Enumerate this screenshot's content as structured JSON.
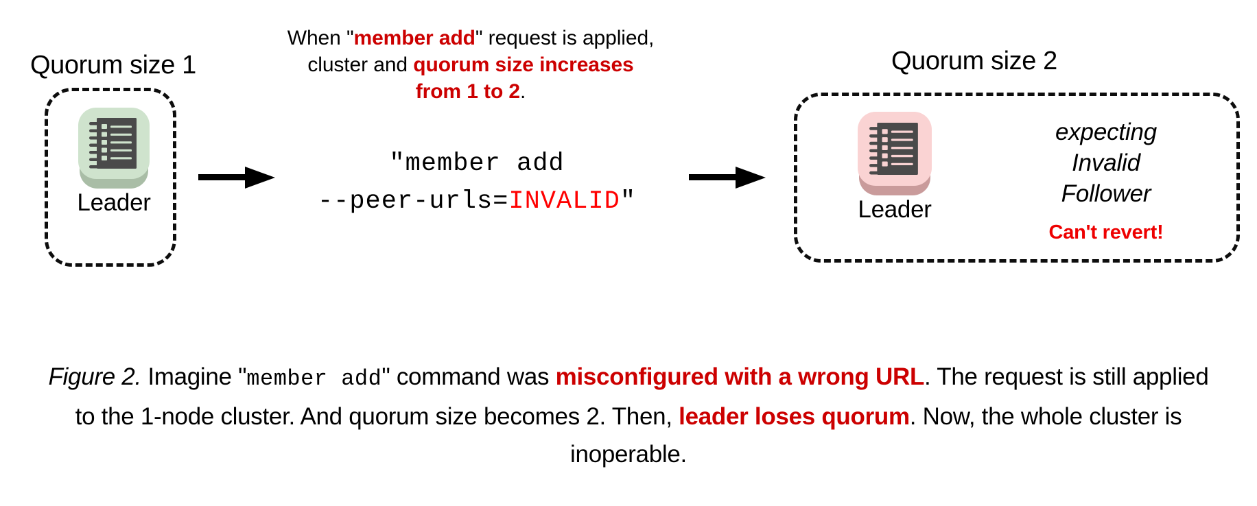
{
  "top_annotation": {
    "line1_pre": "When \"",
    "line1_strong": "member add",
    "line1_post": "\" request is applied,",
    "line2_pre": "cluster and ",
    "line2_strong": "quorum size increases",
    "line3_strong": "from 1 to 2",
    "line3_post": "."
  },
  "left_cluster": {
    "title": "Quorum size 1",
    "node": {
      "icon": "server-ledger-icon",
      "label": "Leader",
      "tile_color": "#cfe3cd",
      "shadow_color": "#a9bda6"
    }
  },
  "right_cluster": {
    "title": "Quorum size 2",
    "node": {
      "icon": "server-ledger-icon",
      "label": "Leader",
      "tile_color": "#fad3d3",
      "shadow_color": "#c99b9b"
    },
    "status": {
      "line1": "expecting",
      "line2": "Invalid",
      "line3": "Follower",
      "warning": "Can't revert!",
      "warning_color": "#EE0000"
    }
  },
  "command": {
    "line1": "\"member add",
    "line2_pre": "--peer-urls=",
    "line2_invalid": "INVALID",
    "line2_post": "\"",
    "invalid_color": "#FF0000"
  },
  "arrows": {
    "left_arrow": "right-arrow-icon",
    "right_arrow": "right-arrow-icon"
  },
  "figure_caption": {
    "label": "Figure 2.",
    "seg1": " Imagine \"",
    "mono1": "member add",
    "seg2": "\" command was ",
    "strong1": "misconfigured with a wrong URL",
    "seg3": ". The request is still applied to the 1-node cluster. And quorum size becomes 2. Then, ",
    "strong2": "leader loses quorum",
    "seg4": ". Now, the whole cluster is inoperable.",
    "accent_color": "#CC0000"
  }
}
